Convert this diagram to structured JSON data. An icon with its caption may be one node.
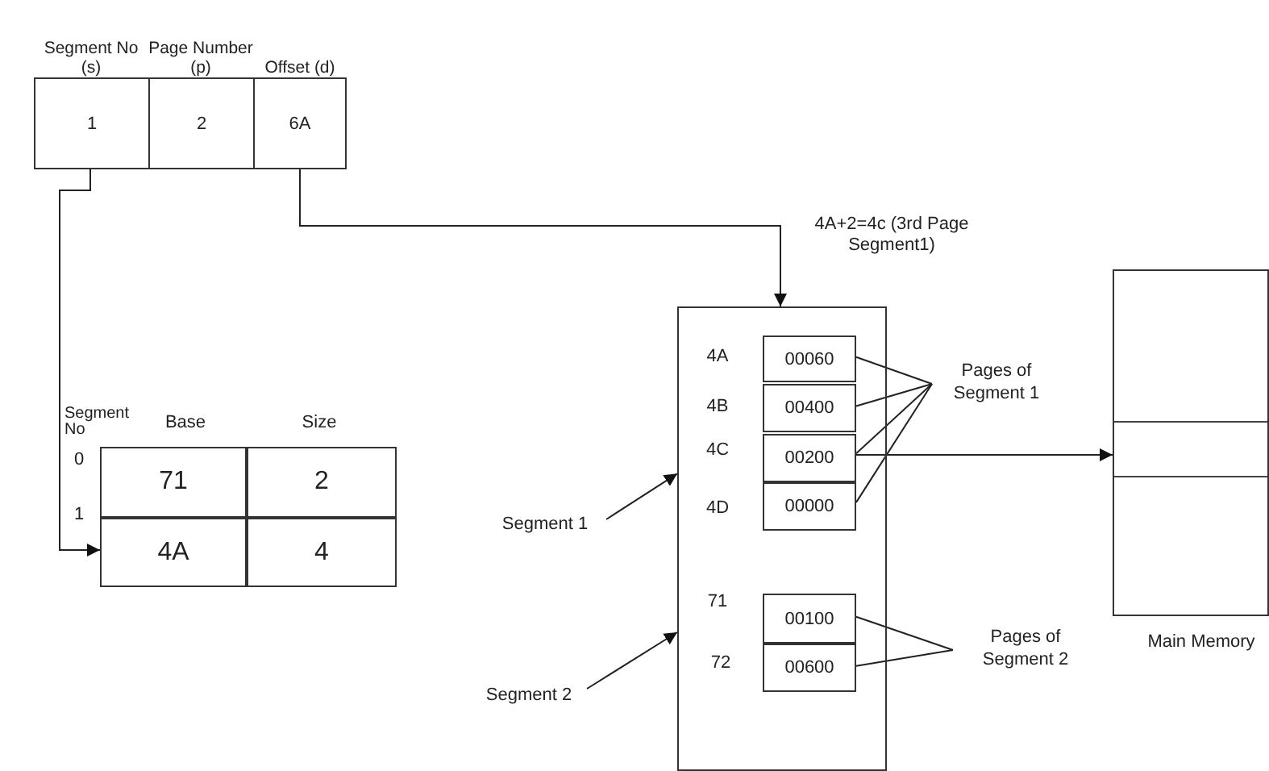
{
  "diagram": {
    "nodes": [
      {
        "text": [
          "Segment No (s)",
          "1"
        ]
      },
      {
        "text": [
          "Page Number (p)",
          "2"
        ]
      },
      {
        "text": [
          "Offset (d)",
          "6A"
        ]
      },
      {
        "text": [
          "71"
        ]
      },
      {
        "text": [
          "2"
        ]
      },
      {
        "text": [
          "4A"
        ]
      },
      {
        "text": [
          "4"
        ]
      },
      {
        "text": [],
        "shape": "box"
      },
      {
        "text": [
          "00060"
        ],
        "in": 7
      },
      {
        "text": [
          "00400"
        ],
        "in": 7
      },
      {
        "text": [
          "00200"
        ],
        "in": 7
      },
      {
        "text": [
          "00000"
        ],
        "in": 7
      },
      {
        "text": [
          "00100"
        ],
        "in": 7
      },
      {
        "text": [
          "00600"
        ],
        "in": 7
      },
      {
        "text": [
          "Pages of Segment 1"
        ]
      },
      {
        "text": [
          "Pages of Segment 2"
        ]
      },
      {
        "text": [
          "Segment 1"
        ]
      },
      {
        "text": [
          "Segment 2"
        ]
      },
      {
        "text": [],
        "shape": "box",
        "beside": [
          "Main Memory"
        ]
      }
    ],
    "edges": [
      {
        "from": 0,
        "to": 5,
        "arrow": "to"
      },
      {
        "from": 2,
        "to": 7,
        "arrow": "to"
      },
      {
        "from": 8,
        "to": 14,
        "arrow": "none"
      },
      {
        "from": 9,
        "to": 14,
        "arrow": "none"
      },
      {
        "from": 10,
        "to": 14,
        "arrow": "none"
      },
      {
        "from": 11,
        "to": 14,
        "arrow": "none"
      },
      {
        "from": 12,
        "to": 15,
        "arrow": "none"
      },
      {
        "from": 13,
        "to": 15,
        "arrow": "none"
      },
      {
        "from": 16,
        "to": 7,
        "arrow": "to"
      },
      {
        "from": 17,
        "to": 7,
        "arrow": "to"
      },
      {
        "from": 10,
        "to": 18,
        "arrow": "to"
      }
    ],
    "labels": [
      "Segment No",
      "Base",
      "Size",
      "0",
      "1",
      "4A+2=4c (3rd Page Segment1)",
      "4A",
      "4B",
      "4C",
      "4D",
      "71",
      "72"
    ]
  }
}
